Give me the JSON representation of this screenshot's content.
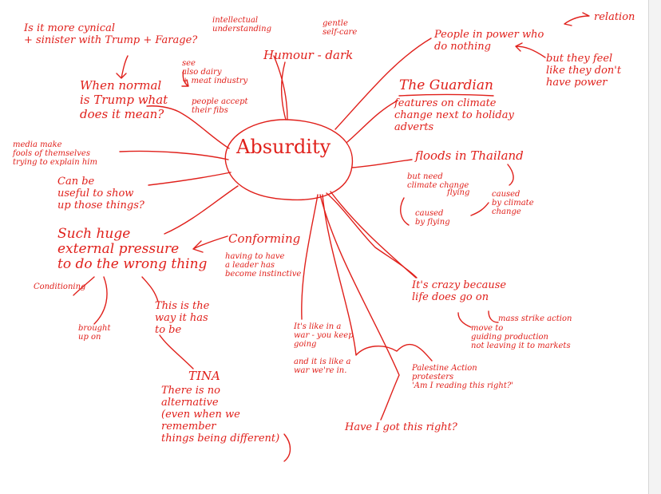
{
  "diagram": {
    "center": "Absurdity",
    "notes": {
      "cynical": "Is it more cynical\n+ sinister with Trump + Farage?",
      "see_also": "see\nalso dairy\n+ meat industry",
      "people_accept": "people accept\ntheir fibs",
      "intellectual": "intellectual\nunderstanding",
      "gentle_selfcare": "gentle\nself-care",
      "humour": "Humour - dark",
      "people_power": "People in power who\ndo nothing",
      "relation": "relation",
      "dont_have_power": "but they feel\nlike they don't\nhave power",
      "guardian_title": "The Guardian",
      "guardian_body": "features on climate\nchange next to holiday\nadverts",
      "when_normal": "When normal\nis Trump what\ndoes it mean?",
      "media": "media make\nfools of themselves\ntrying to explain him",
      "useful": "Can be\nuseful to show\nup those things?",
      "floods": "floods in Thailand",
      "but_need": "but need\nclimate change",
      "flying": "flying",
      "caused_by_cc": "caused\nby climate\nchange",
      "caused_by_flying": "caused\nby flying",
      "pressure": "Such huge\nexternal pressure\nto do the wrong thing",
      "conforming": "Conforming",
      "leader": "having to have\na leader has\nbecome instinctive",
      "conditioning": "Conditioning",
      "brought_up": "brought\nup on",
      "way_its_done": "This is the\nway it has\nto be",
      "tina": "TINA",
      "no_alternative": "There is no\nalternative\n(even when we\nremember\nthings being different)",
      "like_war": "It's like in a\nwar - you keep\ngoing\n\nand it is like a\nwar we're in.",
      "crazy": "It's crazy because\nlife does go on",
      "strike": "mass strike action",
      "move_to": "move to\nguiding production\nnot leaving it to markets",
      "palestine": "Palestine Action\nprotesters\n'Am I reading this right?'",
      "have_i": "Have I got this right?"
    }
  }
}
